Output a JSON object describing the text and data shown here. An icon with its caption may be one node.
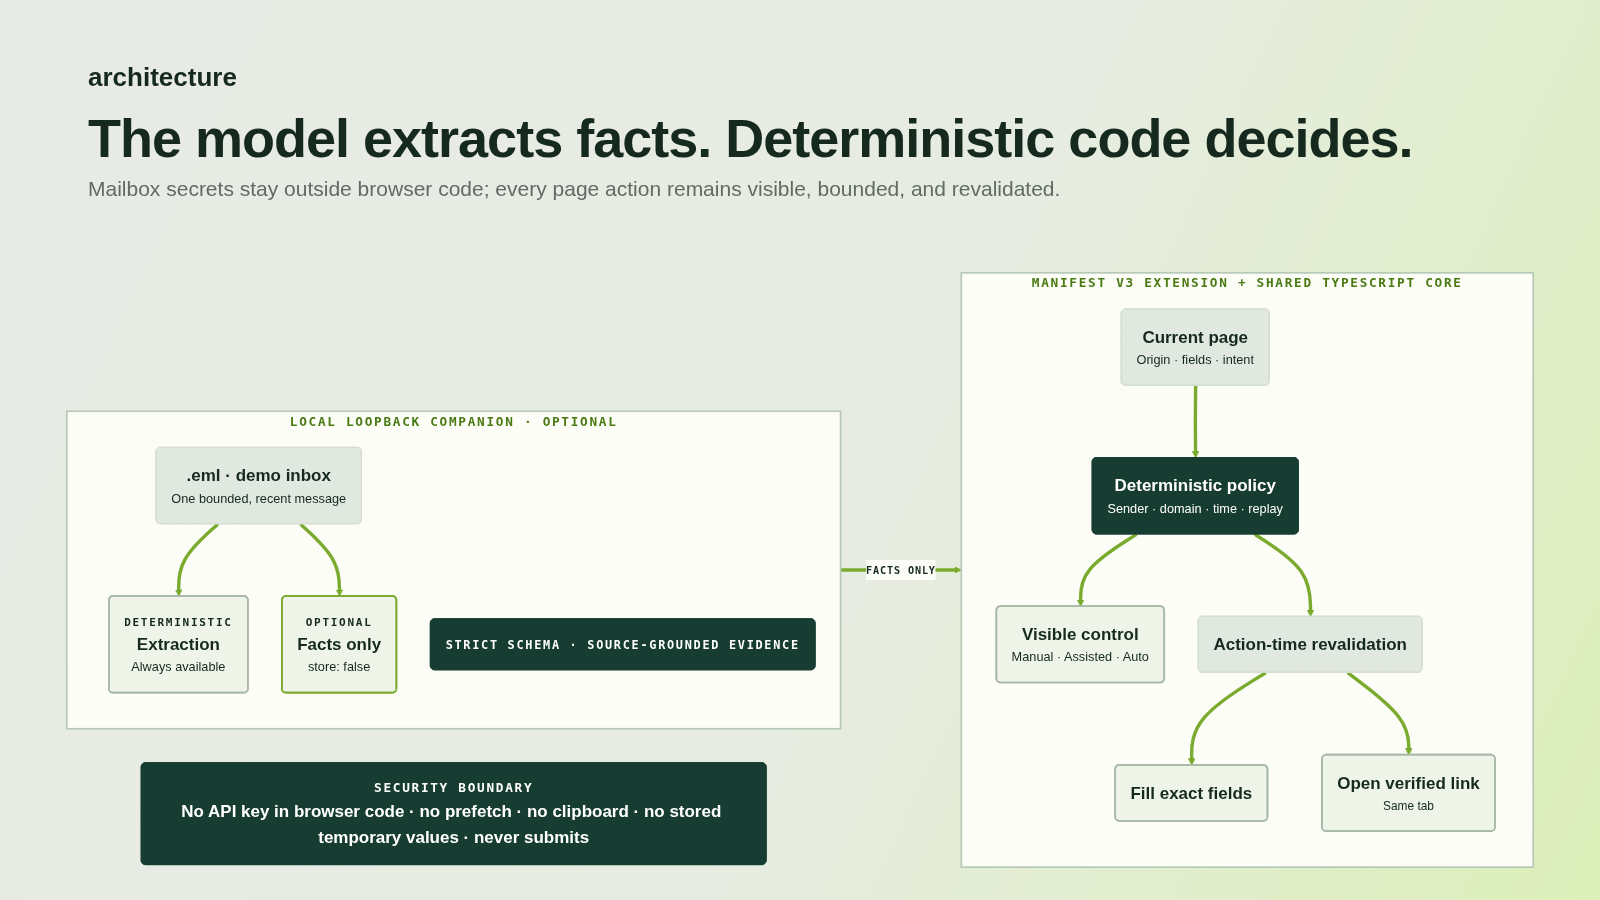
{
  "diagram": {
    "title": "The model extracts facts. Deterministic code decides.",
    "nodes": [
      {
        "text": [
          "LOCAL LOOPBACK COMPANION · OPTIONAL"
        ]
      },
      {
        "text": [
          ".eml · demo inbox",
          "One bounded, recent message"
        ],
        "in": 0
      },
      {
        "text": [
          "DETERMINISTIC",
          "Extraction",
          "Always available"
        ],
        "in": 0
      },
      {
        "text": [
          "OPTIONAL",
          "Facts only",
          "store: false"
        ],
        "in": 0
      },
      {
        "text": [
          "STRICT SCHEMA · SOURCE-GROUNDED EVIDENCE"
        ],
        "in": 0
      },
      {
        "text": [
          "MANIFEST V3 EXTENSION + SHARED TYPESCRIPT CORE"
        ]
      },
      {
        "text": [
          "Current page",
          "Origin · fields · intent"
        ],
        "in": 5
      },
      {
        "text": [
          "Deterministic policy",
          "Sender · domain · time · replay"
        ],
        "in": 5
      },
      {
        "text": [
          "Visible control",
          "Manual · Assisted · Auto"
        ],
        "in": 5
      },
      {
        "text": [
          "Action-time revalidation"
        ],
        "in": 5
      },
      {
        "text": [
          "Fill exact fields"
        ],
        "in": 5
      },
      {
        "text": [
          "Open verified link",
          "Same tab"
        ],
        "in": 5
      },
      {
        "text": [
          "SECURITY BOUNDARY",
          "No API key in browser code · no prefetch · no clipboard · no stored temporary values · never submits"
        ]
      }
    ],
    "edges": [
      {
        "from": 1,
        "to": 2,
        "arrow": "to"
      },
      {
        "from": 1,
        "to": 3,
        "arrow": "to"
      },
      {
        "from": 0,
        "to": 5,
        "arrow": "to",
        "label": "FACTS ONLY"
      },
      {
        "from": 6,
        "to": 7,
        "arrow": "to"
      },
      {
        "from": 7,
        "to": 8,
        "arrow": "to"
      },
      {
        "from": 7,
        "to": 9,
        "arrow": "to"
      },
      {
        "from": 9,
        "to": 10,
        "arrow": "to"
      },
      {
        "from": 9,
        "to": 11,
        "arrow": "to"
      }
    ],
    "labels": [
      "architecture",
      "Mailbox secrets stay outside browser code; every page action remains visible, bounded, and revalidated."
    ]
  }
}
